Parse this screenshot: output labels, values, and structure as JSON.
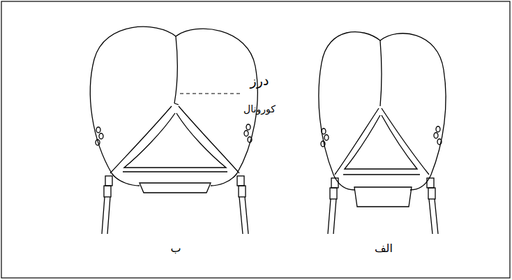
{
  "diagram": {
    "labels": [
      "درز",
      "کورونال",
      "ب",
      "الف"
    ]
  }
}
